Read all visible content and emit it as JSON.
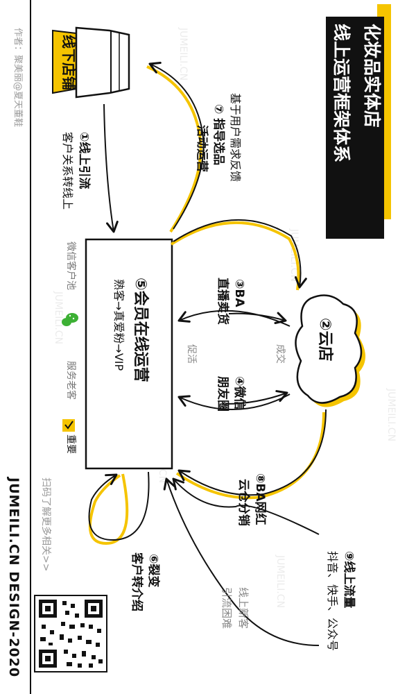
{
  "title": {
    "line1": "化妆品实体店",
    "line2": "线上运营框架体系"
  },
  "author": "作者：聚美丽@夏天董鞋",
  "brand": "JUMEILI.CN DESIGN-2020",
  "qr_caption": "扫码了解更多相关>>",
  "watermark": "JUMEILI.CN",
  "nodes": {
    "offline_store": "线下店铺",
    "cloud_store": "②云店",
    "member": {
      "title": "⑤会员在线运营",
      "subtitle": "熟客→真爱粉→VIP",
      "wechat_pool": "微信客户池",
      "service": "服务老客",
      "important": "重要"
    }
  },
  "edges": {
    "step1": {
      "line1": "①线上引流",
      "line2": "客户关系转线上"
    },
    "step7": {
      "line1": "基于用户需求反馈",
      "line2": "⑦ 指导选品",
      "line3": "活动运营"
    },
    "step3": {
      "line1": "③BA",
      "line2": "直播卖货"
    },
    "step4": {
      "line1": "④微信",
      "line2": "朋友圈"
    },
    "promote": "促活",
    "deal": "成交",
    "step8": {
      "line1": "⑧BA网红",
      "line2": "云仓分销"
    },
    "step6": {
      "line1": "⑥裂变",
      "line2": "客户转介绍"
    },
    "step9": {
      "line1": "⑨线上流量",
      "line2": "抖音、快手、公众号"
    },
    "new_customer": {
      "line1": "线上新客",
      "line2": "引流困难"
    }
  },
  "colors": {
    "accent": "#f5c400",
    "stroke": "#111111",
    "muted": "#888888",
    "wechat": "#3cb034"
  },
  "icons": [
    "wechat-icon",
    "check-icon",
    "qr-code-icon"
  ]
}
